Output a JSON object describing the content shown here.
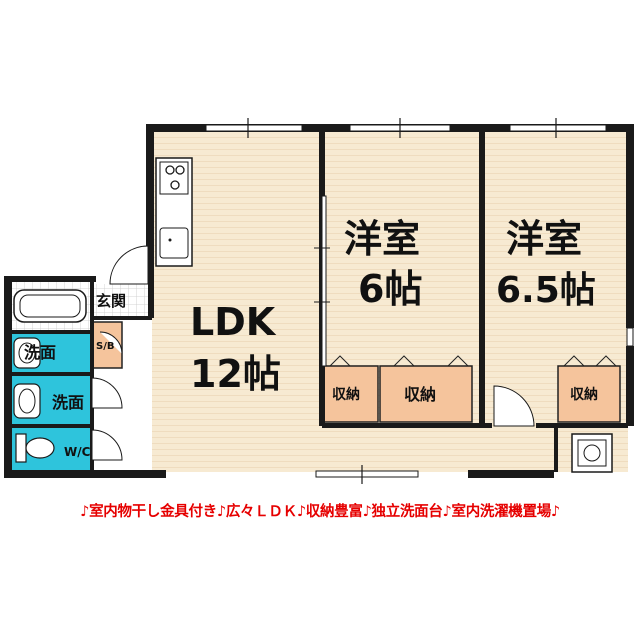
{
  "rooms": {
    "ldk": {
      "name": "LDK",
      "size": "12帖"
    },
    "western1": {
      "name": "洋室",
      "size": "6帖"
    },
    "western2": {
      "name": "洋室",
      "size": "6.5帖"
    },
    "entrance": "玄関",
    "shoe_box": "S/B",
    "washroom_upper": "洗面",
    "washroom_lower": "洗面",
    "toilet": "W/C",
    "storage_1": "収納",
    "storage_2": "収納",
    "storage_3": "収納"
  },
  "caption": "♪室内物干し金具付き♪広々ＬＤＫ♪収納豊富♪独立洗面台♪室内洗濯機置場♪",
  "colors": {
    "floor": "#f7ead2",
    "wall": "#1a1a1a",
    "storage": "#f5c49c",
    "water": "#2ec4dc",
    "caption": "#e60000"
  }
}
